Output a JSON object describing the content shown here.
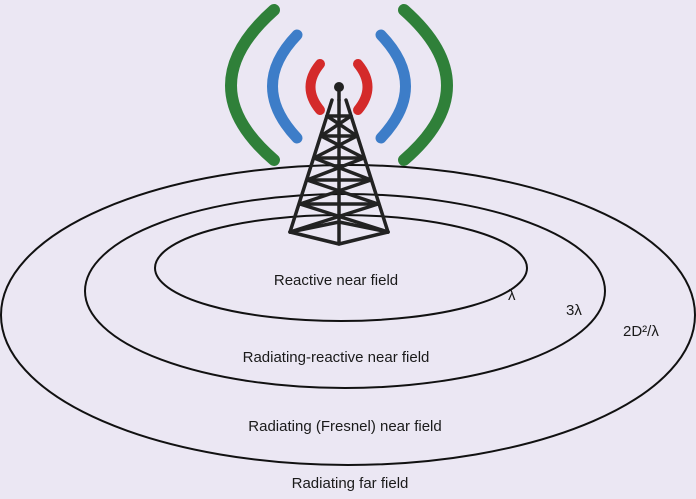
{
  "colors": {
    "background": "#ebe7f3",
    "ring_lines": "#111111",
    "tower": "#222222",
    "wave_inner": "#d42a2a",
    "wave_middle": "#3d7dc8",
    "wave_outer": "#2f8039"
  },
  "icons": {
    "tower": "antenna-tower-icon",
    "waves": "radio-waves-icon"
  },
  "regions": {
    "reactive": "Reactive near field",
    "radiating_reactive": "Radiating-reactive near field",
    "fresnel": "Radiating (Fresnel) near field",
    "far": "Radiating far field"
  },
  "boundaries": {
    "inner": "λ",
    "middle": "3λ",
    "outer": "2D²/λ"
  }
}
